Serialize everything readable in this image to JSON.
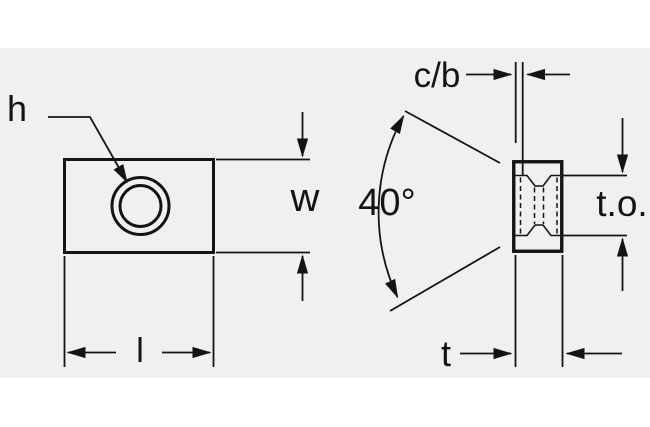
{
  "diagram": {
    "colors": {
      "canvas": "#ffffff",
      "panel": "#f0f0f1",
      "line": "#141414"
    },
    "top_view": {
      "hole_label": "h",
      "width_label": "w",
      "length_label": "l"
    },
    "side_view": {
      "land_label": "c/b",
      "angle_label": "40°",
      "opening_label": "t.o.",
      "thickness_label": "t"
    }
  }
}
